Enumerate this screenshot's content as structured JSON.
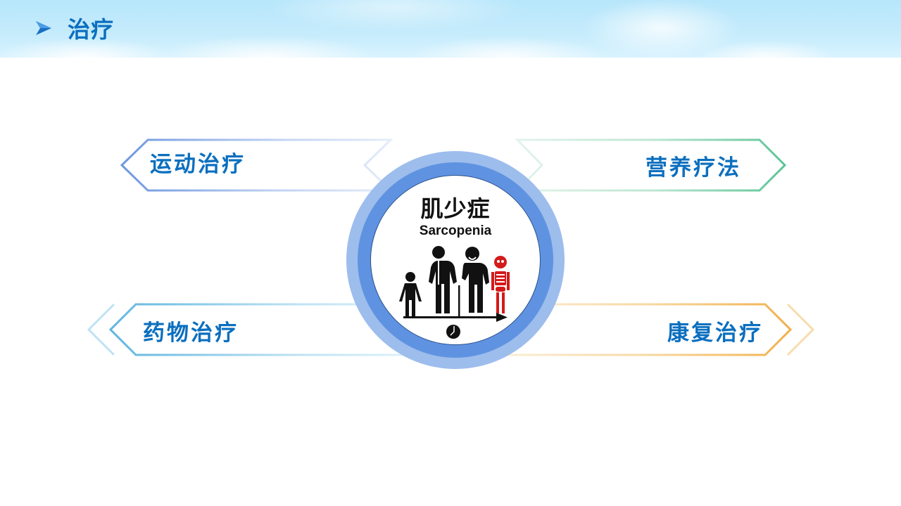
{
  "header": {
    "title": "治疗",
    "bullet_icon": "arrow-right-icon"
  },
  "colors": {
    "title_blue": "#0b6fbf",
    "circle_outer": "#9dbdec",
    "circle_ring": "#5f93e1",
    "arrow_top_left": "#7fa4e6",
    "arrow_top_right": "#6ccaa0",
    "arrow_bottom_left": "#6fbde3",
    "arrow_bottom_right": "#f2b959",
    "skeleton_red": "#d41a1a"
  },
  "center": {
    "title_cn": "肌少症",
    "title_en": "Sarcopenia",
    "illustration": [
      "child-figure",
      "adult-figure",
      "elderly-figure-with-cane",
      "skeleton-figure"
    ],
    "timeline_icon": "clock-icon"
  },
  "treatments": [
    {
      "label": "运动治疗",
      "position": "top-left"
    },
    {
      "label": "营养疗法",
      "position": "top-right"
    },
    {
      "label": "药物治疗",
      "position": "bottom-left"
    },
    {
      "label": "康复治疗",
      "position": "bottom-right"
    }
  ]
}
